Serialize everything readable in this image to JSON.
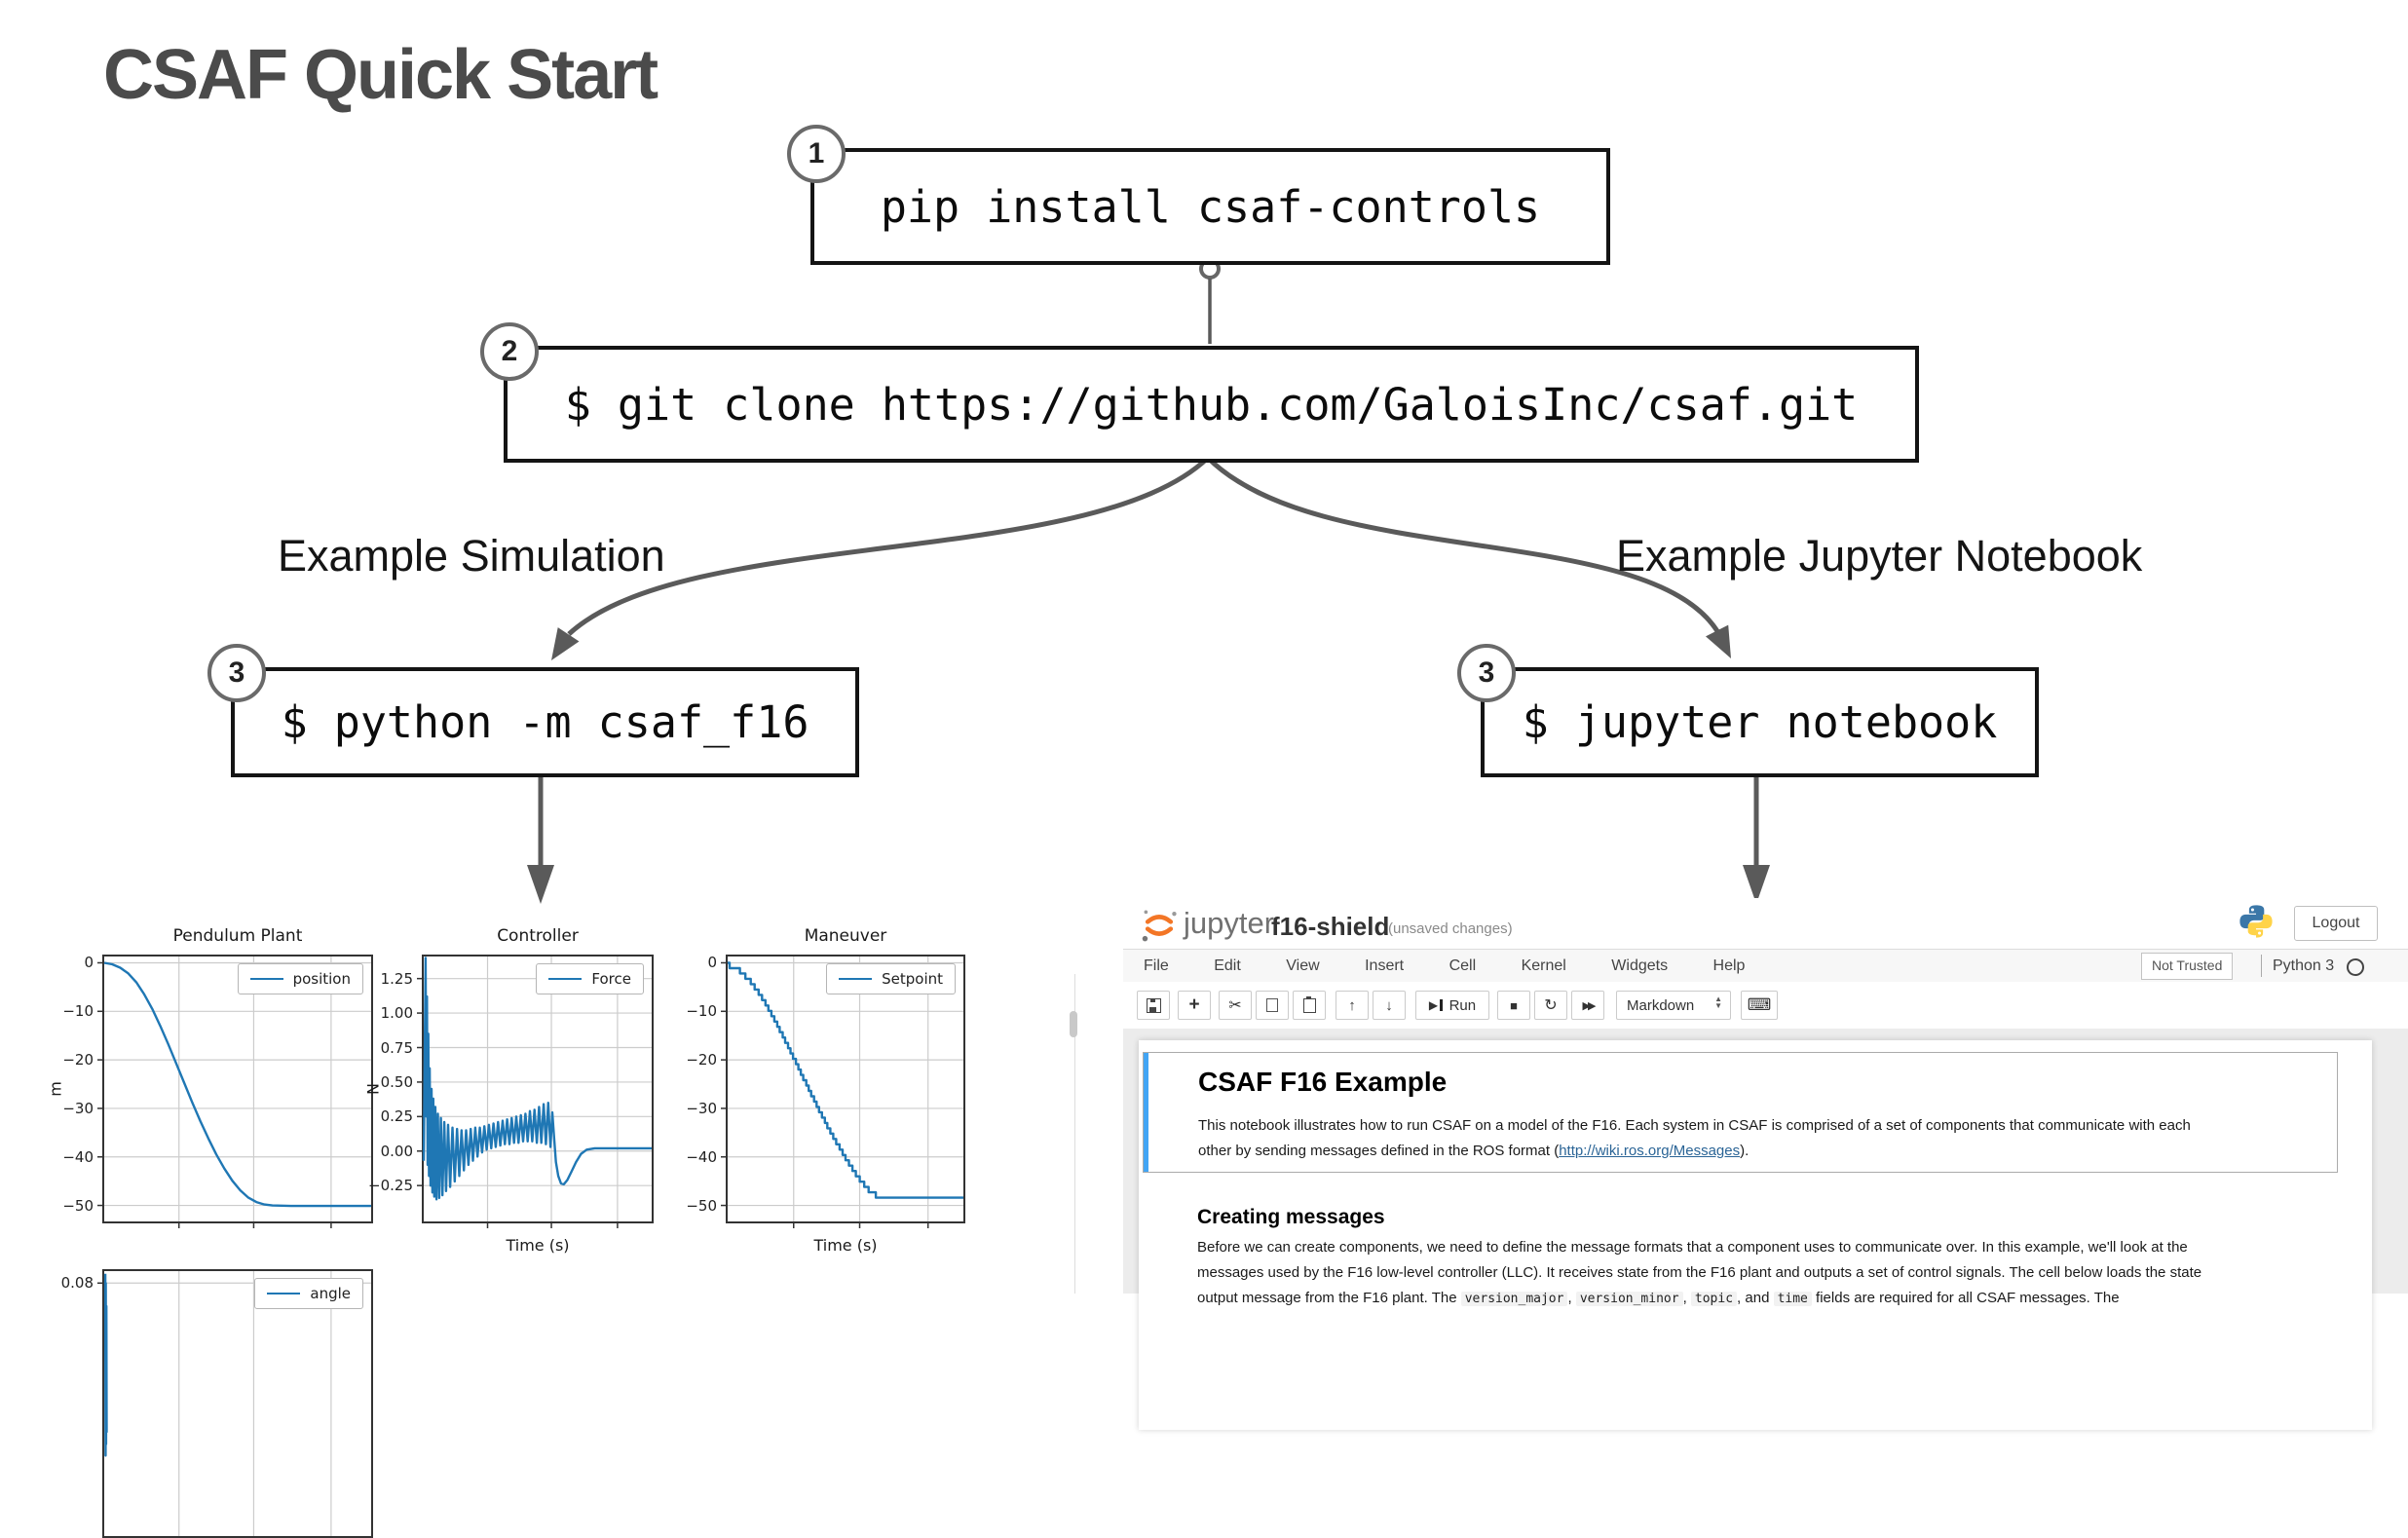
{
  "title": "CSAF Quick Start",
  "diagram": {
    "steps": [
      {
        "number": "1",
        "command": "pip install csaf-controls"
      },
      {
        "number": "2",
        "command": "$ git clone https://github.com/GaloisInc/csaf.git"
      },
      {
        "number": "3",
        "command": "$ python -m csaf_f16"
      },
      {
        "number": "3",
        "command": "$ jupyter notebook"
      }
    ],
    "branch_labels": {
      "left": "Example Simulation",
      "right": "Example Jupyter Notebook"
    },
    "line_color": "#5a5a5a"
  },
  "chart_data": [
    {
      "type": "line",
      "title": "Pendulum Plant",
      "xlabel": "",
      "ylabel": "m",
      "grid": true,
      "legend_position": "upper right",
      "xlim": [
        0,
        1
      ],
      "ylim": [
        -53.3,
        1.3
      ],
      "xtick_fracs": [
        0.28,
        0.56,
        0.85
      ],
      "yticks": [
        {
          "v": 0,
          "label": "0"
        },
        {
          "v": -10,
          "label": "−10"
        },
        {
          "v": -20,
          "label": "−20"
        },
        {
          "v": -30,
          "label": "−30"
        },
        {
          "v": -40,
          "label": "−40"
        },
        {
          "v": -50,
          "label": "−50"
        }
      ],
      "series": [
        {
          "name": "position",
          "color": "#1f77b4",
          "points": [
            [
              0,
              0
            ],
            [
              0.03,
              -0.3
            ],
            [
              0.06,
              -1.0
            ],
            [
              0.09,
              -2.2
            ],
            [
              0.12,
              -4.0
            ],
            [
              0.15,
              -6.5
            ],
            [
              0.18,
              -9.5
            ],
            [
              0.21,
              -13.0
            ],
            [
              0.24,
              -16.8
            ],
            [
              0.27,
              -20.8
            ],
            [
              0.3,
              -24.8
            ],
            [
              0.33,
              -28.8
            ],
            [
              0.36,
              -32.6
            ],
            [
              0.39,
              -36.2
            ],
            [
              0.42,
              -39.5
            ],
            [
              0.45,
              -42.4
            ],
            [
              0.48,
              -44.9
            ],
            [
              0.51,
              -46.9
            ],
            [
              0.54,
              -48.4
            ],
            [
              0.57,
              -49.3
            ],
            [
              0.6,
              -49.8
            ],
            [
              0.63,
              -50.0
            ],
            [
              0.7,
              -50.1
            ],
            [
              1.0,
              -50.1
            ]
          ]
        }
      ]
    },
    {
      "type": "line",
      "title": "Controller",
      "xlabel": "Time (s)",
      "ylabel": "N",
      "grid": true,
      "legend_position": "upper right",
      "xlim": [
        0,
        1
      ],
      "ylim": [
        -0.51,
        1.41
      ],
      "xtick_fracs": [
        0.28,
        0.56,
        0.85
      ],
      "yticks": [
        {
          "v": 1.25,
          "label": "1.25"
        },
        {
          "v": 1.0,
          "label": "1.00"
        },
        {
          "v": 0.75,
          "label": "0.75"
        },
        {
          "v": 0.5,
          "label": "0.50"
        },
        {
          "v": 0.25,
          "label": "0.25"
        },
        {
          "v": 0.0,
          "label": "0.00"
        },
        {
          "v": -0.25,
          "label": "−0.25"
        }
      ],
      "series": [
        {
          "name": "Force",
          "color": "#1f77b4",
          "points": [
            [
              0.0,
              -0.07
            ],
            [
              0.008,
              1.4
            ],
            [
              0.011,
              0.25
            ],
            [
              0.014,
              1.12
            ],
            [
              0.017,
              -0.1
            ],
            [
              0.02,
              0.85
            ],
            [
              0.023,
              -0.18
            ],
            [
              0.026,
              0.6
            ],
            [
              0.03,
              -0.25
            ],
            [
              0.034,
              0.45
            ],
            [
              0.038,
              -0.3
            ],
            [
              0.042,
              0.38
            ],
            [
              0.046,
              -0.33
            ],
            [
              0.051,
              0.32
            ],
            [
              0.056,
              -0.35
            ],
            [
              0.062,
              0.27
            ],
            [
              0.068,
              -0.34
            ],
            [
              0.075,
              0.24
            ],
            [
              0.082,
              -0.32
            ],
            [
              0.09,
              0.21
            ],
            [
              0.098,
              -0.29
            ],
            [
              0.107,
              0.19
            ],
            [
              0.116,
              -0.26
            ],
            [
              0.126,
              0.17
            ],
            [
              0.136,
              -0.22
            ],
            [
              0.146,
              0.16
            ],
            [
              0.156,
              -0.18
            ],
            [
              0.166,
              0.15
            ],
            [
              0.176,
              -0.14
            ],
            [
              0.186,
              0.15
            ],
            [
              0.196,
              -0.1
            ],
            [
              0.206,
              0.16
            ],
            [
              0.216,
              -0.07
            ],
            [
              0.226,
              0.17
            ],
            [
              0.236,
              -0.04
            ],
            [
              0.246,
              0.17
            ],
            [
              0.256,
              -0.01
            ],
            [
              0.266,
              0.18
            ],
            [
              0.276,
              0.01
            ],
            [
              0.286,
              0.19
            ],
            [
              0.296,
              0.02
            ],
            [
              0.306,
              0.2
            ],
            [
              0.316,
              0.03
            ],
            [
              0.326,
              0.21
            ],
            [
              0.336,
              0.04
            ],
            [
              0.346,
              0.22
            ],
            [
              0.356,
              0.05
            ],
            [
              0.366,
              0.23
            ],
            [
              0.376,
              0.05
            ],
            [
              0.386,
              0.24
            ],
            [
              0.396,
              0.06
            ],
            [
              0.406,
              0.25
            ],
            [
              0.416,
              0.06
            ],
            [
              0.426,
              0.26
            ],
            [
              0.436,
              0.07
            ],
            [
              0.446,
              0.27
            ],
            [
              0.456,
              0.07
            ],
            [
              0.466,
              0.29
            ],
            [
              0.476,
              0.07
            ],
            [
              0.486,
              0.3
            ],
            [
              0.496,
              0.06
            ],
            [
              0.506,
              0.32
            ],
            [
              0.516,
              0.06
            ],
            [
              0.526,
              0.34
            ],
            [
              0.536,
              0.05
            ],
            [
              0.546,
              0.35
            ],
            [
              0.556,
              0.03
            ],
            [
              0.564,
              0.28
            ],
            [
              0.572,
              0.1
            ],
            [
              0.58,
              -0.08
            ],
            [
              0.59,
              -0.18
            ],
            [
              0.602,
              -0.235
            ],
            [
              0.615,
              -0.24
            ],
            [
              0.63,
              -0.21
            ],
            [
              0.648,
              -0.15
            ],
            [
              0.668,
              -0.08
            ],
            [
              0.69,
              -0.02
            ],
            [
              0.715,
              0.01
            ],
            [
              0.75,
              0.02
            ],
            [
              0.8,
              0.02
            ],
            [
              0.9,
              0.02
            ],
            [
              1.0,
              0.02
            ]
          ]
        }
      ]
    },
    {
      "type": "line",
      "title": "Maneuver",
      "xlabel": "Time (s)",
      "ylabel": "",
      "grid": true,
      "legend_position": "upper right",
      "xlim": [
        0,
        1
      ],
      "ylim": [
        -53.3,
        1.3
      ],
      "xtick_fracs": [
        0.28,
        0.56,
        0.85
      ],
      "yticks": [
        {
          "v": 0,
          "label": "0"
        },
        {
          "v": -10,
          "label": "−10"
        },
        {
          "v": -20,
          "label": "−20"
        },
        {
          "v": -30,
          "label": "−30"
        },
        {
          "v": -40,
          "label": "−40"
        },
        {
          "v": -50,
          "label": "−50"
        }
      ],
      "series": [
        {
          "name": "Setpoint",
          "color": "#1f77b4",
          "step": true,
          "points": [
            [
              0,
              -0.4
            ],
            [
              0.05,
              -1.6
            ],
            [
              0.1,
              -4.0
            ],
            [
              0.15,
              -7.5
            ],
            [
              0.2,
              -11.8
            ],
            [
              0.25,
              -16.6
            ],
            [
              0.3,
              -21.6
            ],
            [
              0.35,
              -26.6
            ],
            [
              0.4,
              -31.5
            ],
            [
              0.45,
              -36.0
            ],
            [
              0.5,
              -40.2
            ],
            [
              0.55,
              -44.0
            ],
            [
              0.6,
              -46.9
            ],
            [
              0.64,
              -48.3
            ],
            [
              0.67,
              -48.6
            ],
            [
              1.0,
              -48.6
            ]
          ]
        }
      ]
    },
    {
      "type": "line",
      "title": "",
      "xlabel": "",
      "ylabel": "",
      "grid": true,
      "legend_position": "upper right",
      "xlim": [
        0,
        1
      ],
      "ylim": [
        -0.03,
        0.0852
      ],
      "xtick_fracs": [
        0.28,
        0.56,
        0.85
      ],
      "yticks": [
        {
          "v": 0.08,
          "label": "0.08"
        }
      ],
      "series": [
        {
          "name": "angle",
          "color": "#1f77b4",
          "points": [
            [
              0.004,
              0.084
            ],
            [
              0.005,
              0.005
            ],
            [
              0.006,
              0.08
            ],
            [
              0.007,
              0.01
            ],
            [
              0.008,
              0.07
            ],
            [
              0.009,
              0.015
            ]
          ]
        }
      ]
    }
  ],
  "notebook": {
    "logo_text": "jupyter",
    "filename": "f16-shield",
    "status": "(unsaved changes)",
    "logout_label": "Logout",
    "menu": [
      "File",
      "Edit",
      "View",
      "Insert",
      "Cell",
      "Kernel",
      "Widgets",
      "Help"
    ],
    "trust_label": "Not Trusted",
    "kernel_label": "Python 3",
    "run_label": "Run",
    "cell_type_selector": "Markdown",
    "cells": [
      {
        "heading": "CSAF F16 Example",
        "para_line1": "This notebook illustrates how to run CSAF on a model of the F16. Each system in CSAF is comprised of a set of components that communicate with each",
        "para_line2_prefix": "other by sending messages defined in the ROS format (",
        "link": "http://wiki.ros.org/Messages",
        "para_line2_suffix": ")."
      },
      {
        "heading": "Creating messages",
        "para_line1": "Before we can create components, we need to define the message formats that a component uses to communicate over. In this example, we'll look at the",
        "para_line2": "messages used by the F16 low-level controller (LLC). It receives state from the F16 plant and outputs a set of control signals. The cell below loads the state",
        "para_line3_parts": [
          {
            "t": "output message from the F16 plant. The "
          },
          {
            "c": "version_major"
          },
          {
            "t": ", "
          },
          {
            "c": "version_minor"
          },
          {
            "t": ", "
          },
          {
            "c": "topic"
          },
          {
            "t": ", and "
          },
          {
            "c": "time"
          },
          {
            "t": " fields are required for all CSAF messages. The"
          }
        ]
      }
    ]
  }
}
